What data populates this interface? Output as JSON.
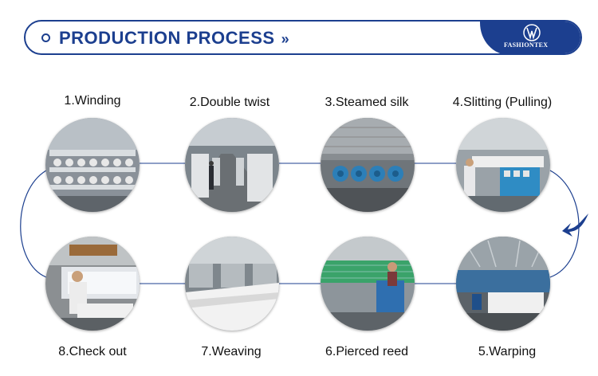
{
  "header": {
    "title": "PRODUCTION PROCESS",
    "chevrons": "»",
    "brand_name": "FASHIONTEX"
  },
  "steps": [
    {
      "label": "1.Winding"
    },
    {
      "label": "2.Double twist"
    },
    {
      "label": "3.Steamed silk"
    },
    {
      "label": "4.Slitting (Pulling)"
    },
    {
      "label": "5.Warping"
    },
    {
      "label": "6.Pierced reed"
    },
    {
      "label": "7.Weaving"
    },
    {
      "label": "8.Check out"
    }
  ],
  "colors": {
    "accent": "#1c3f8f",
    "flow_line": "#1c3f8f"
  }
}
